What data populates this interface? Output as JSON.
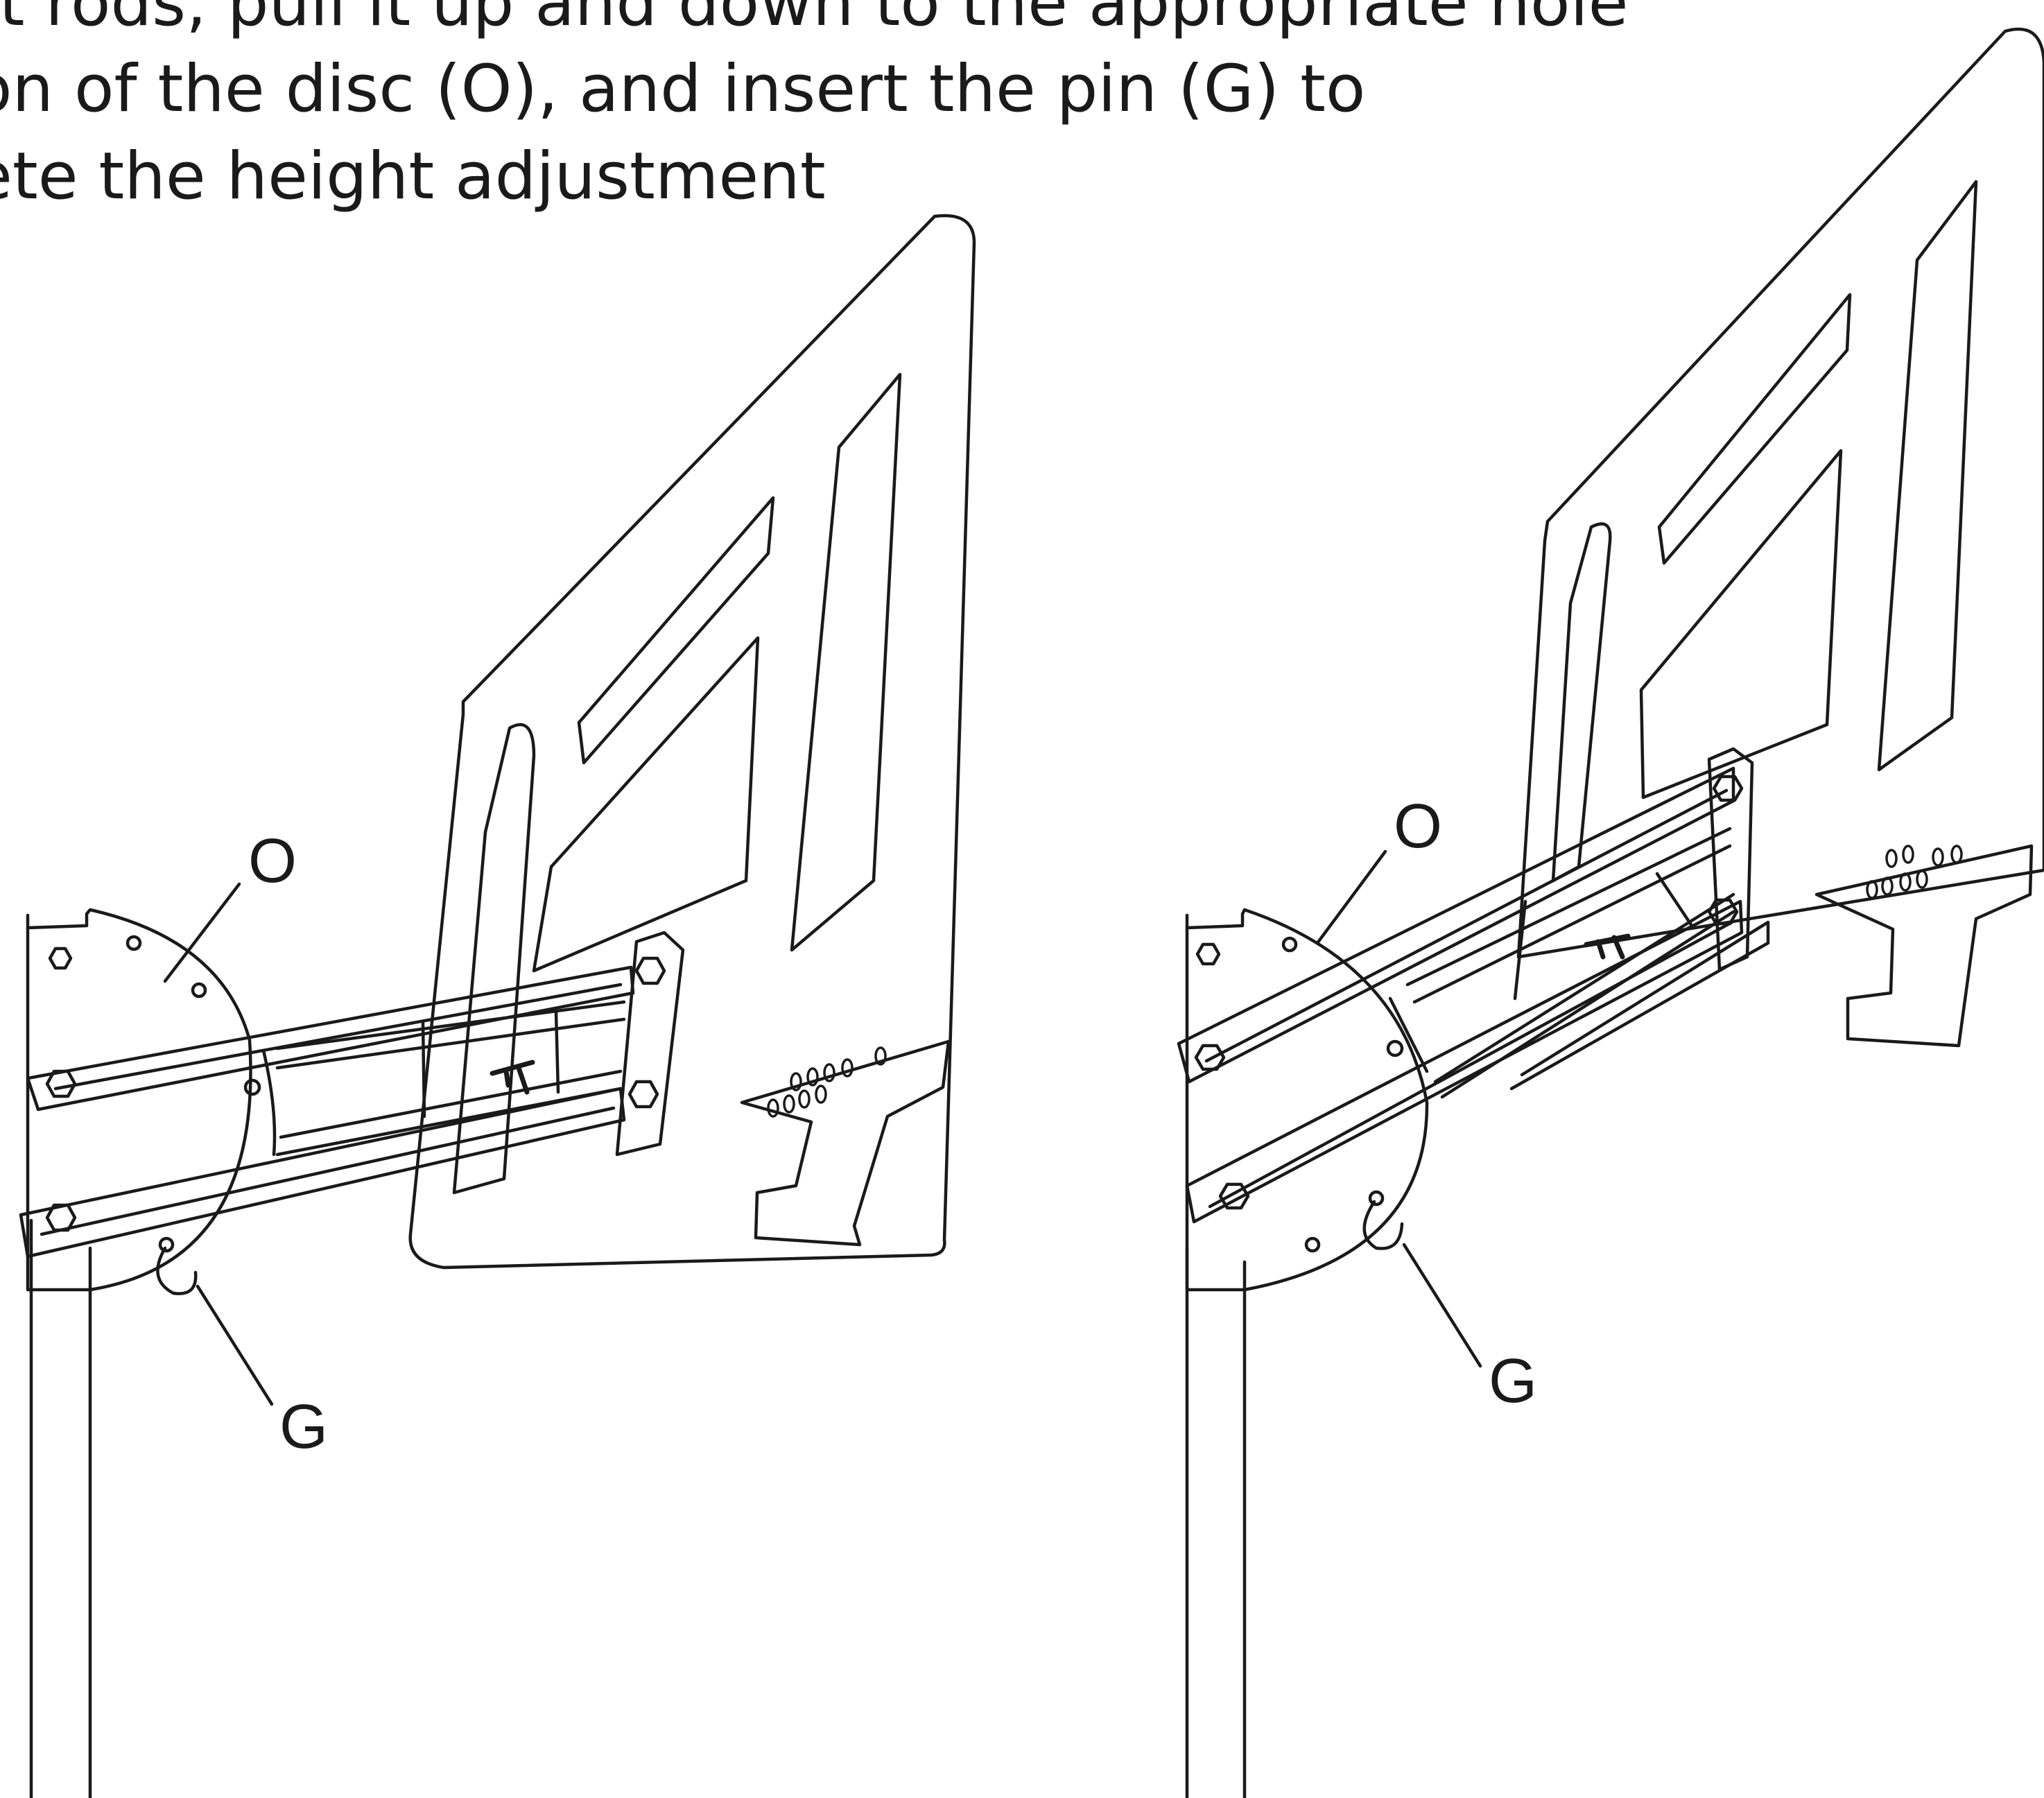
{
  "instruction": {
    "line1": "rt rods, pull it up and down to the appropriate hole",
    "line2": "on of the disc (O), and insert the pin (G) to",
    "line3": "ete the height adjustment"
  },
  "labels": {
    "disc": "O",
    "pin": "G"
  },
  "style": {
    "line_color": "#1a1a1a",
    "background": "#ffffff"
  }
}
